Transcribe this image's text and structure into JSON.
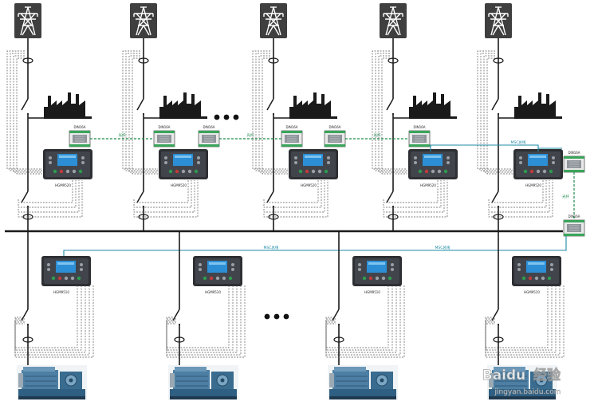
{
  "diagram": {
    "generator_sections": [
      "1",
      "2",
      "3",
      "4",
      "5"
    ],
    "genset_sections": [
      "1",
      "2",
      "3",
      "4"
    ],
    "controller_label_top": "HGM9520",
    "controller_label_bottom": "HGM9510",
    "module_label": "DIN16A",
    "comm_label": "光纤",
    "can_label": "MSC总线"
  },
  "watermark": {
    "brand": "Baidu",
    "cn": "经验",
    "url": "jingyan.baidu.com"
  },
  "colors": {
    "line": "#1a1a1a",
    "dash": "#555555",
    "pylon_bg": "#3f3f3f",
    "green_link": "#1f8a4c",
    "cyan_link": "#1c8aa6",
    "module_green": "#3aa55a",
    "genset_body": "#3d6d8f",
    "controller_screen": "#2c8fd6"
  }
}
